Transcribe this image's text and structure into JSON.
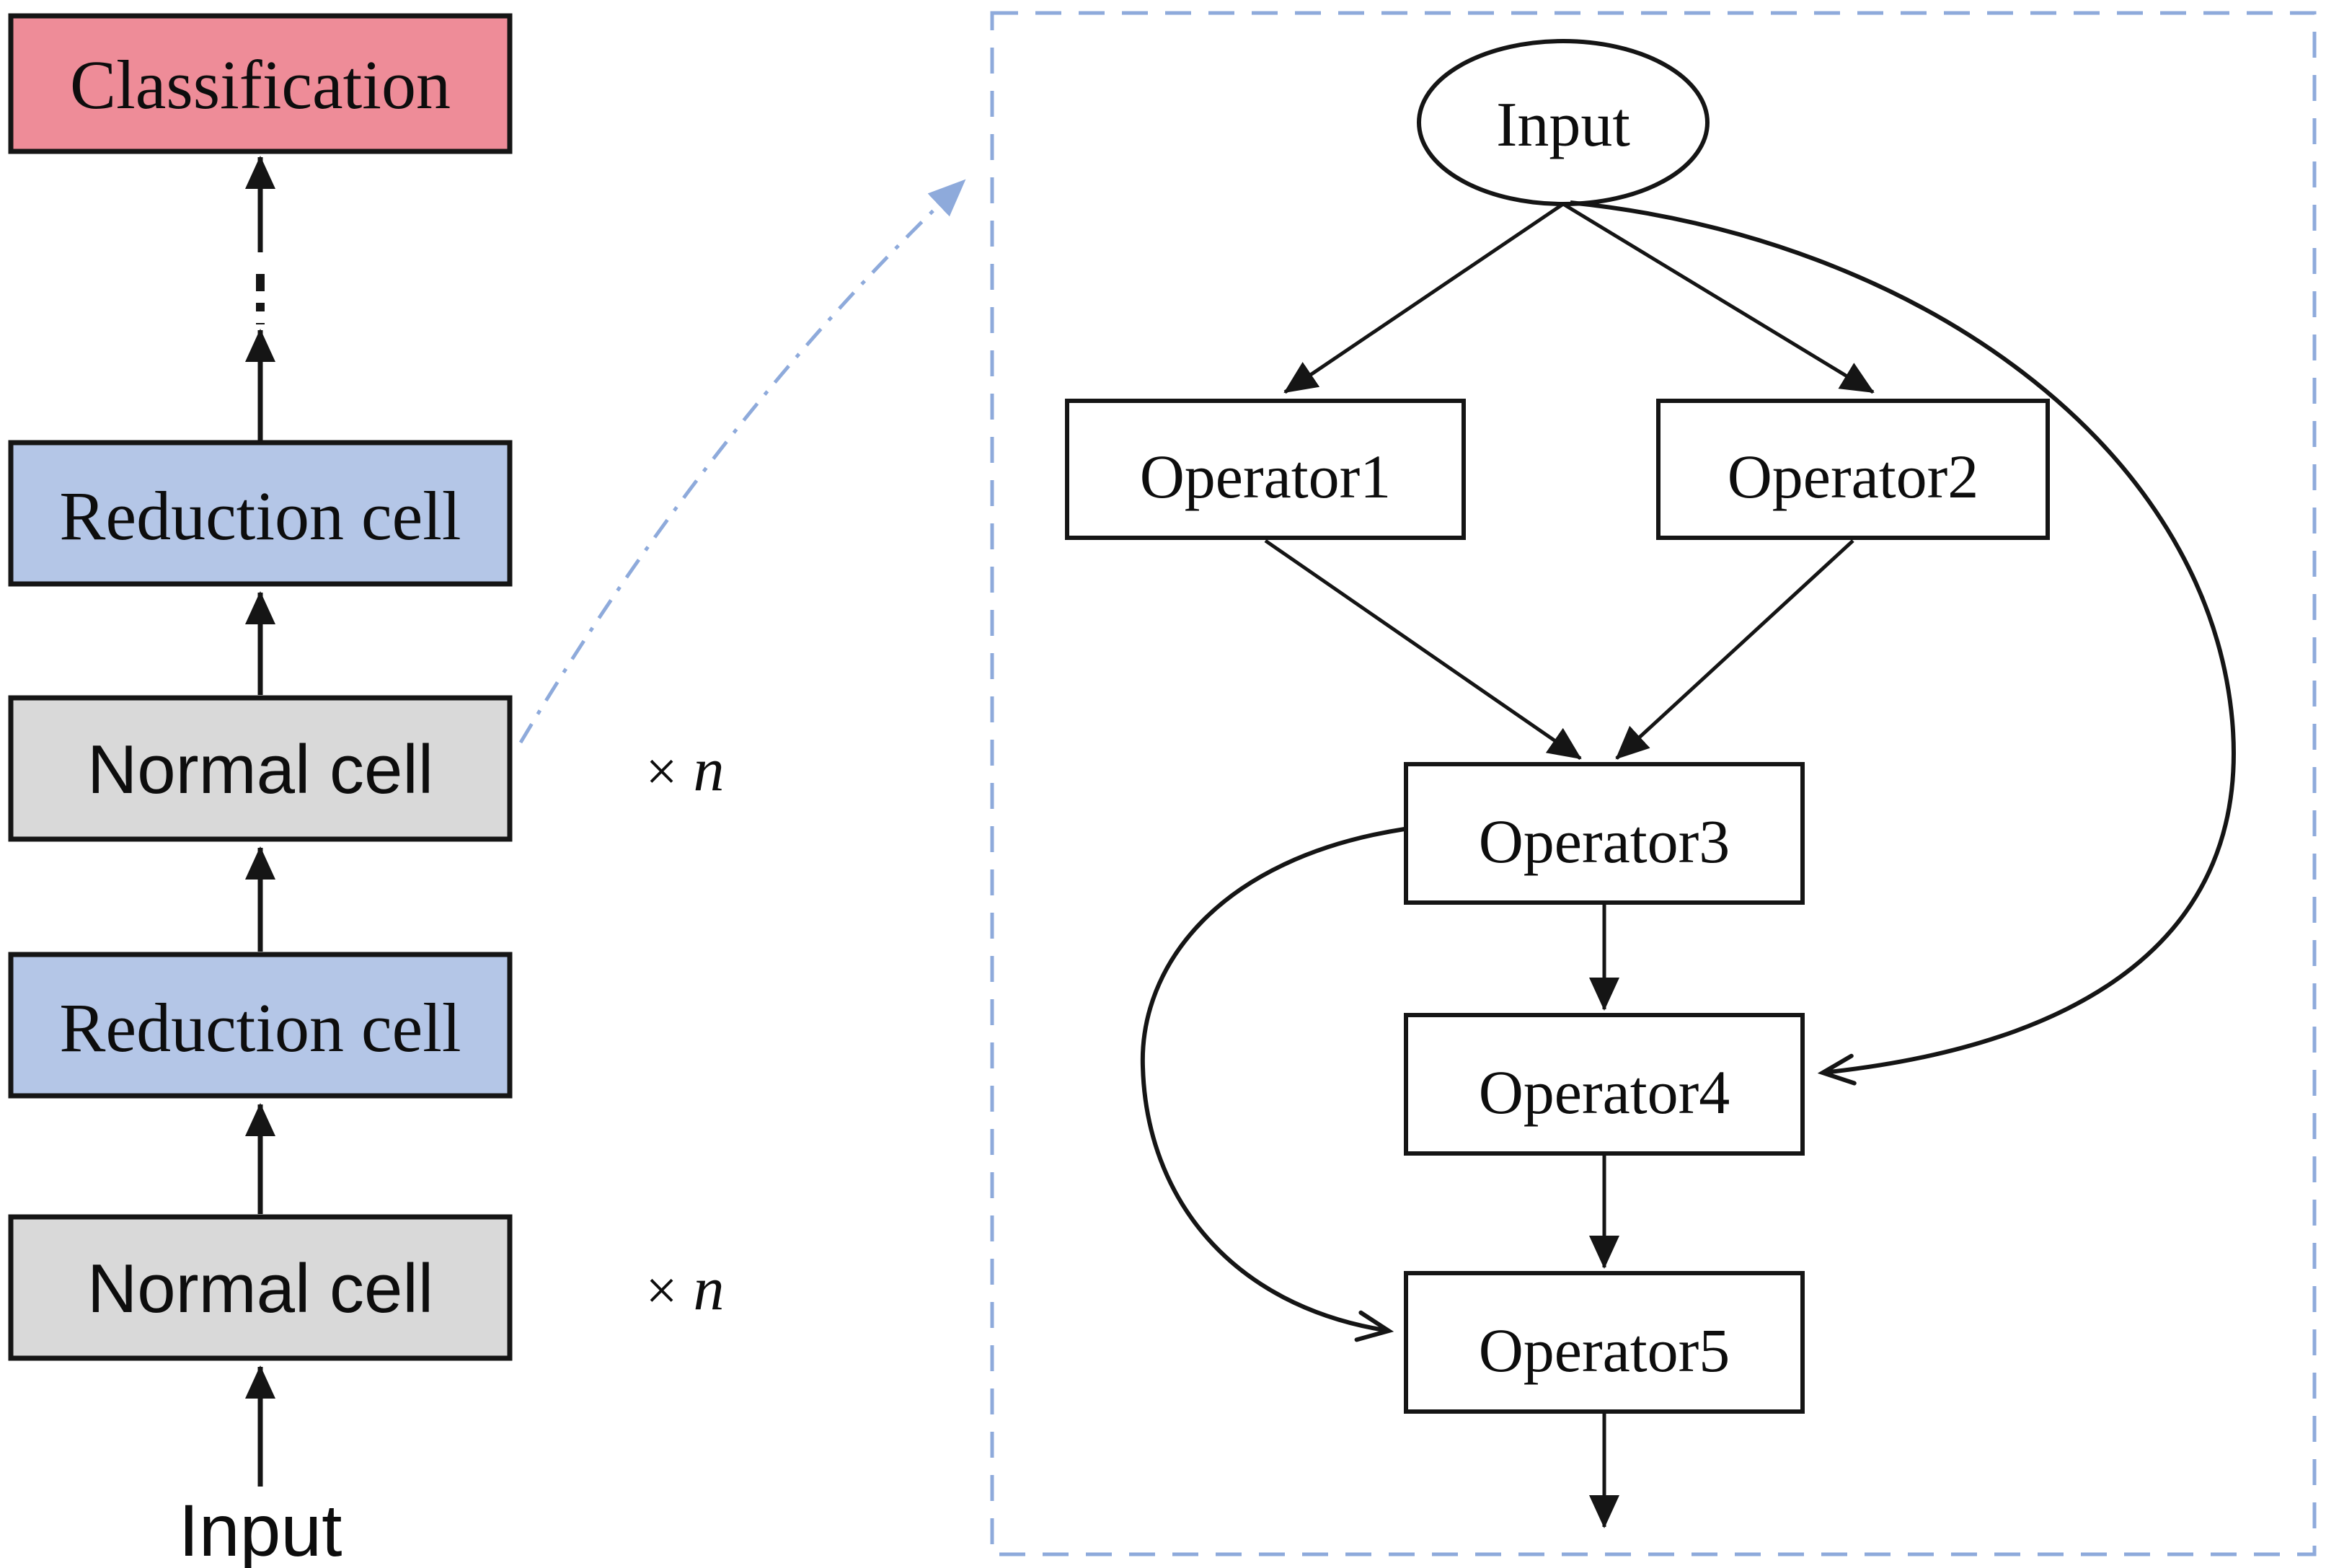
{
  "left_pipeline": {
    "boxes": [
      {
        "label": "Classification",
        "fill": "#ee8c98",
        "font": "serif"
      },
      {
        "label": "Reduction cell",
        "fill": "#b4c6e7",
        "font": "serif"
      },
      {
        "label": "Normal cell",
        "fill": "#d9d9d9",
        "font": "sans"
      },
      {
        "label": "Reduction cell",
        "fill": "#b4c6e7",
        "font": "serif"
      },
      {
        "label": "Normal cell",
        "fill": "#d9d9d9",
        "font": "sans"
      }
    ],
    "input_label": "Input",
    "multipliers": [
      {
        "times": "×",
        "var": "n"
      },
      {
        "times": "×",
        "var": "n"
      }
    ]
  },
  "cell_detail": {
    "input_label": "Input",
    "operators": [
      {
        "label": "Operator1"
      },
      {
        "label": "Operator2"
      },
      {
        "label": "Operator3"
      },
      {
        "label": "Operator4"
      },
      {
        "label": "Operator5"
      }
    ]
  },
  "colors": {
    "panel_border": "#8eaadb",
    "expand_arrow": "#8eaadb",
    "line": "#151515",
    "classification_fill": "#ee8c98",
    "reduction_fill": "#b4c6e7",
    "normal_fill": "#d9d9d9",
    "operator_fill": "#ffffff"
  }
}
